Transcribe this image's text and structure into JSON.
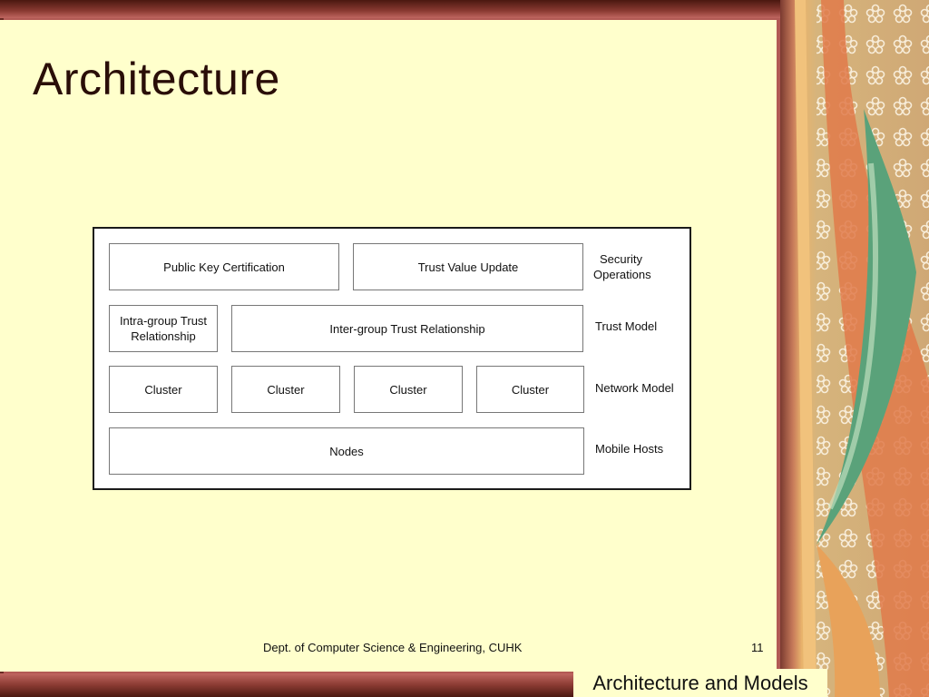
{
  "slide": {
    "title": "Architecture",
    "footer_text": "Dept. of Computer Science & Engineering, CUHK",
    "page_number": "11"
  },
  "diagram": {
    "security_operations": {
      "public_key_certification": "Public Key Certification",
      "trust_value_update": "Trust Value Update",
      "label_line1": "Security",
      "label_line2": "Operations"
    },
    "trust_model": {
      "intra_group_line1": "Intra-group Trust",
      "intra_group_line2": "Relationship",
      "inter_group": "Inter-group Trust Relationship",
      "label": "Trust Model"
    },
    "network_model": {
      "clusters": [
        "Cluster",
        "Cluster",
        "Cluster",
        "Cluster"
      ],
      "label": "Network Model"
    },
    "mobile_hosts": {
      "nodes": "Nodes",
      "label": "Mobile Hosts"
    }
  },
  "caption": "Architecture and Models",
  "colors": {
    "slide_background": "#ffffcc",
    "title_color": "#2a0e08",
    "frame_color": "#b25a55"
  }
}
